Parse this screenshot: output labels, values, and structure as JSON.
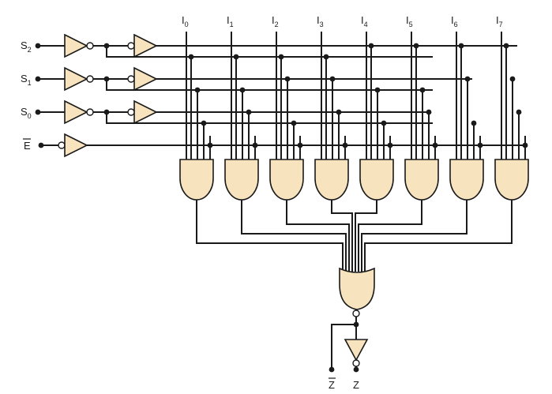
{
  "diagram": {
    "select_inputs": [
      {
        "base": "S",
        "sub": "2"
      },
      {
        "base": "S",
        "sub": "1"
      },
      {
        "base": "S",
        "sub": "0"
      }
    ],
    "enable_input": {
      "base": "E",
      "bar": true
    },
    "data_inputs": [
      {
        "base": "I",
        "sub": "0"
      },
      {
        "base": "I",
        "sub": "1"
      },
      {
        "base": "I",
        "sub": "2"
      },
      {
        "base": "I",
        "sub": "3"
      },
      {
        "base": "I",
        "sub": "4"
      },
      {
        "base": "I",
        "sub": "5"
      },
      {
        "base": "I",
        "sub": "6"
      },
      {
        "base": "I",
        "sub": "7"
      }
    ],
    "outputs": [
      {
        "base": "Z",
        "bar": true
      },
      {
        "base": "Z",
        "bar": false
      }
    ],
    "colors": {
      "gate_fill": "#f7e3bd",
      "line": "#1a1a1a"
    }
  }
}
